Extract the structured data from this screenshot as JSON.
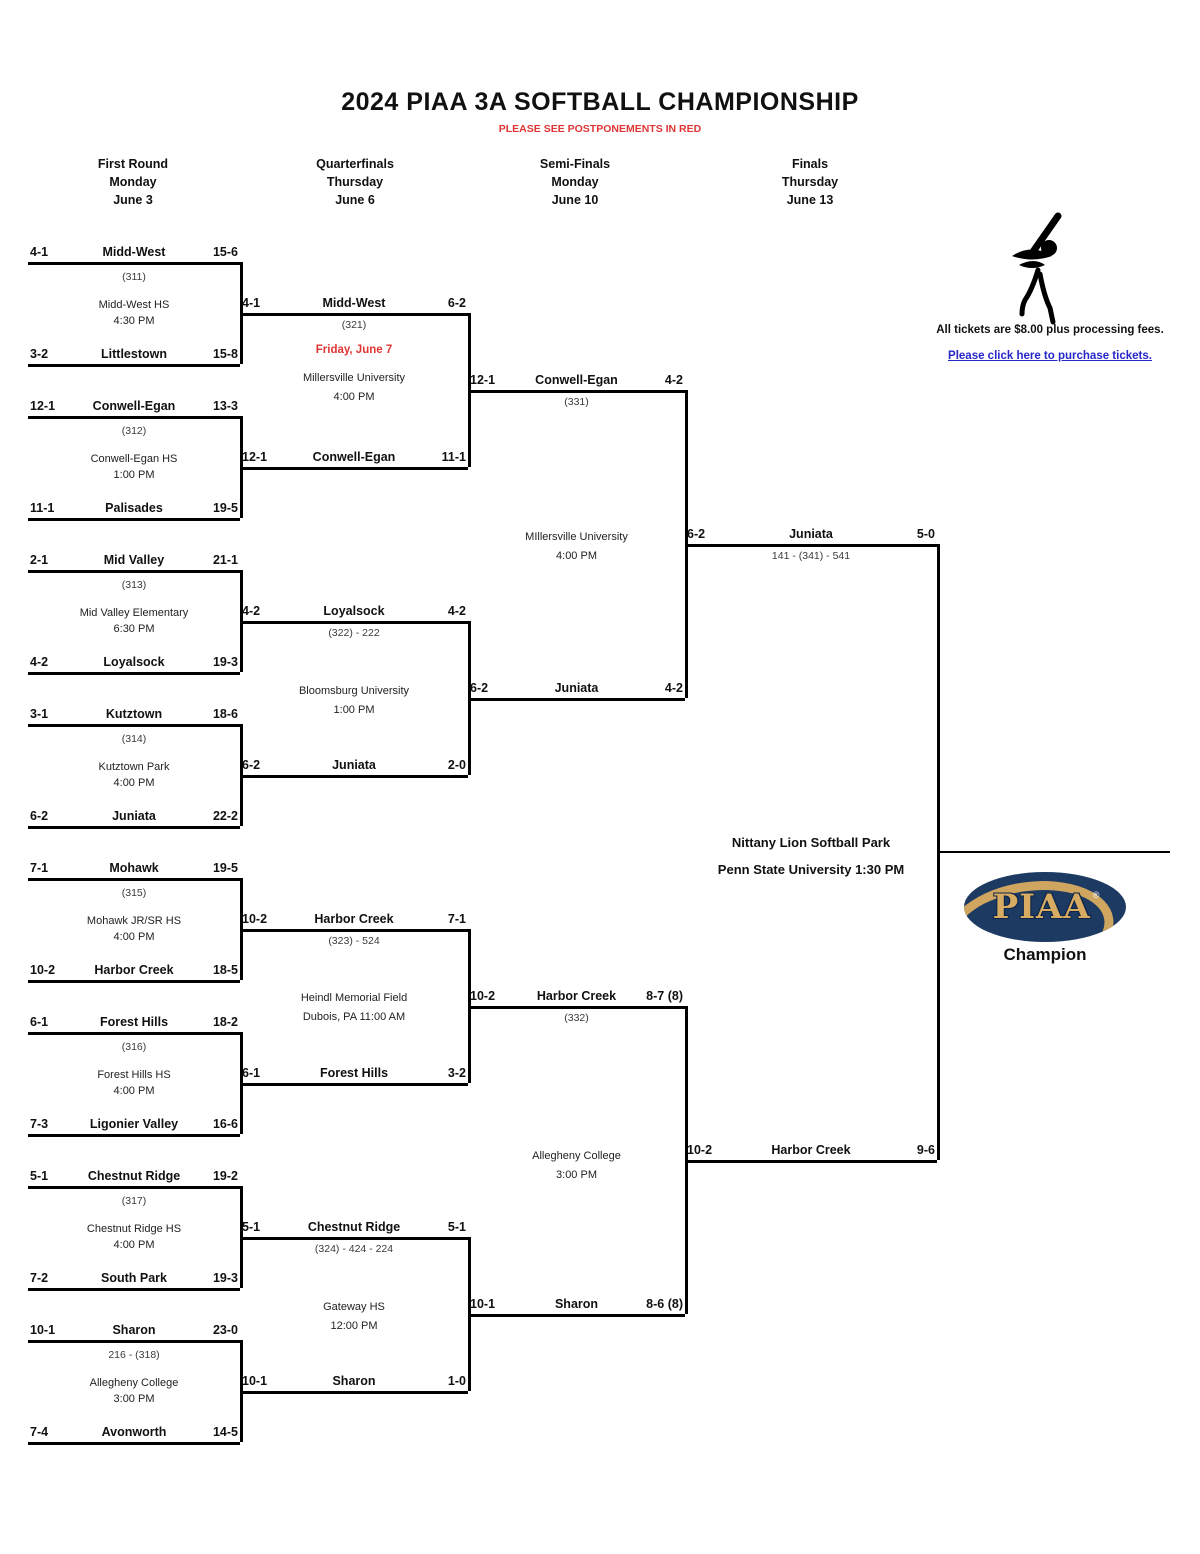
{
  "title": "2024 PIAA 3A SOFTBALL CHAMPIONSHIP",
  "notice": "PLEASE SEE POSTPONEMENTS IN RED",
  "columns": [
    {
      "round": "First Round",
      "day": "Monday",
      "date": "June 3"
    },
    {
      "round": "Quarterfinals",
      "day": "Thursday",
      "date": "June 6"
    },
    {
      "round": "Semi-Finals",
      "day": "Monday",
      "date": "June 10"
    },
    {
      "round": "Finals",
      "day": "Thursday",
      "date": "June 13"
    }
  ],
  "tickets": {
    "info": "All tickets are $8.00 plus processing fees.",
    "link": "Please click here to purchase tickets."
  },
  "first_round": [
    {
      "id": "(311)",
      "venue": "Midd-West HS",
      "time": "4:30 PM",
      "top": {
        "seed": "4-1",
        "team": "Midd-West",
        "record": "15-6"
      },
      "bottom": {
        "seed": "3-2",
        "team": "Littlestown",
        "record": "15-8"
      }
    },
    {
      "id": "(312)",
      "venue": "Conwell-Egan HS",
      "time": "1:00 PM",
      "top": {
        "seed": "12-1",
        "team": "Conwell-Egan",
        "record": "13-3"
      },
      "bottom": {
        "seed": "11-1",
        "team": "Palisades",
        "record": "19-5"
      }
    },
    {
      "id": "(313)",
      "venue": "Mid Valley Elementary",
      "time": "6:30 PM",
      "top": {
        "seed": "2-1",
        "team": "Mid Valley",
        "record": "21-1"
      },
      "bottom": {
        "seed": "4-2",
        "team": "Loyalsock",
        "record": "19-3"
      }
    },
    {
      "id": "(314)",
      "venue": "Kutztown Park",
      "time": "4:00 PM",
      "top": {
        "seed": "3-1",
        "team": "Kutztown",
        "record": "18-6"
      },
      "bottom": {
        "seed": "6-2",
        "team": "Juniata",
        "record": "22-2"
      }
    },
    {
      "id": "(315)",
      "venue": "Mohawk JR/SR HS",
      "time": "4:00 PM",
      "top": {
        "seed": "7-1",
        "team": "Mohawk",
        "record": "19-5"
      },
      "bottom": {
        "seed": "10-2",
        "team": "Harbor Creek",
        "record": "18-5"
      }
    },
    {
      "id": "(316)",
      "venue": "Forest Hills HS",
      "time": "4:00 PM",
      "top": {
        "seed": "6-1",
        "team": "Forest Hills",
        "record": "18-2"
      },
      "bottom": {
        "seed": "7-3",
        "team": "Ligonier Valley",
        "record": "16-6"
      }
    },
    {
      "id": "(317)",
      "venue": "Chestnut Ridge HS",
      "time": "4:00 PM",
      "top": {
        "seed": "5-1",
        "team": "Chestnut Ridge",
        "record": "19-2"
      },
      "bottom": {
        "seed": "7-2",
        "team": "South Park",
        "record": "19-3"
      }
    },
    {
      "id": "216 - (318)",
      "venue": "Allegheny College",
      "time": "3:00 PM",
      "top": {
        "seed": "10-1",
        "team": "Sharon",
        "record": "23-0"
      },
      "bottom": {
        "seed": "7-4",
        "team": "Avonworth",
        "record": "14-5"
      }
    }
  ],
  "quarterfinals": [
    {
      "id": "(321)",
      "note": "Friday, June 7",
      "venue": "Millersville University",
      "time": "4:00 PM",
      "top": {
        "seed": "4-1",
        "team": "Midd-West",
        "score": "6-2"
      },
      "bottom": {
        "seed": "12-1",
        "team": "Conwell-Egan",
        "score": "11-1"
      }
    },
    {
      "id": "(322) - 222",
      "venue": "Bloomsburg University",
      "time": "1:00 PM",
      "top": {
        "seed": "4-2",
        "team": "Loyalsock",
        "score": "4-2"
      },
      "bottom": {
        "seed": "6-2",
        "team": "Juniata",
        "score": "2-0"
      }
    },
    {
      "id": "(323) - 524",
      "venue": "Heindl Memorial Field",
      "time": "Dubois, PA 11:00 AM",
      "top": {
        "seed": "10-2",
        "team": "Harbor Creek",
        "score": "7-1"
      },
      "bottom": {
        "seed": "6-1",
        "team": "Forest Hills",
        "score": "3-2"
      }
    },
    {
      "id": "(324) - 424 - 224",
      "venue": "Gateway HS",
      "time": "12:00 PM",
      "top": {
        "seed": "5-1",
        "team": "Chestnut Ridge",
        "score": "5-1"
      },
      "bottom": {
        "seed": "10-1",
        "team": "Sharon",
        "score": "1-0"
      }
    }
  ],
  "semifinals": [
    {
      "id": "(331)",
      "venue": "MIllersville University",
      "time": "4:00 PM",
      "top": {
        "seed": "12-1",
        "team": "Conwell-Egan",
        "score": "4-2"
      },
      "bottom": {
        "seed": "6-2",
        "team": "Juniata",
        "score": "4-2"
      }
    },
    {
      "id": "(332)",
      "venue": "Allegheny College",
      "time": "3:00 PM",
      "top": {
        "seed": "10-2",
        "team": "Harbor Creek",
        "score": "8-7 (8)"
      },
      "bottom": {
        "seed": "10-1",
        "team": "Sharon",
        "score": "8-6 (8)"
      }
    }
  ],
  "finals": {
    "id": "141 - (341) - 541",
    "venue_line1": "Nittany Lion Softball Park",
    "venue_line2": "Penn State University 1:30 PM",
    "top": {
      "seed": "6-2",
      "team": "Juniata",
      "score": "5-0"
    },
    "bottom": {
      "seed": "10-2",
      "team": "Harbor Creek",
      "score": "9-6"
    }
  },
  "champion": {
    "logo": "PIAA",
    "reg": "®",
    "label": "Champion"
  },
  "colors": {
    "notice_red": "#e03535",
    "link_blue": "#2626c9",
    "logo_navy": "#1d3a63",
    "logo_gold": "#d8ab63"
  }
}
